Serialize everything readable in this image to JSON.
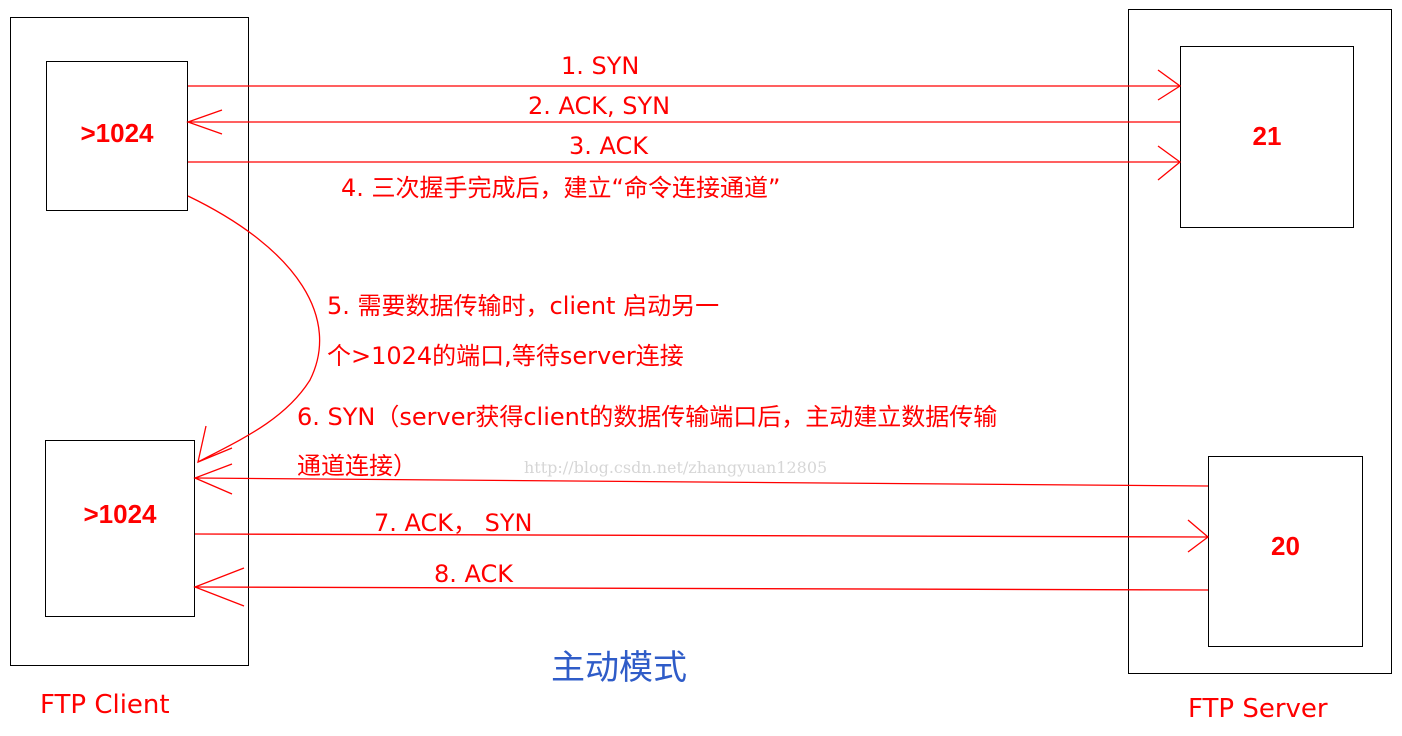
{
  "diagram": {
    "client": {
      "label": "FTP Client",
      "port_top": ">1024",
      "port_bottom": ">1024"
    },
    "server": {
      "label": "FTP Server",
      "port_top": "21",
      "port_bottom": "20"
    },
    "steps": {
      "s1": "1. SYN",
      "s2": "2. ACK, SYN",
      "s3": "3. ACK",
      "s4": "4. 三次握手完成后，建立“命令连接通道”",
      "s5_line1": "5. 需要数据传输时，client 启动另一",
      "s5_line2": "个>1024的端口,等待server连接",
      "s6_line1": "6. SYN（server获得client的数据传输端口后，主动建立数据传输",
      "s6_line2": "通道连接）",
      "s7": "7. ACK， SYN",
      "s8": "8. ACK"
    },
    "caption": "主动模式",
    "watermark": "http://blog.csdn.net/zhangyuan12805",
    "colors": {
      "arrow": "#ff0000",
      "text": "#ff0000",
      "caption": "#2f5cc8",
      "border": "#000000"
    }
  }
}
